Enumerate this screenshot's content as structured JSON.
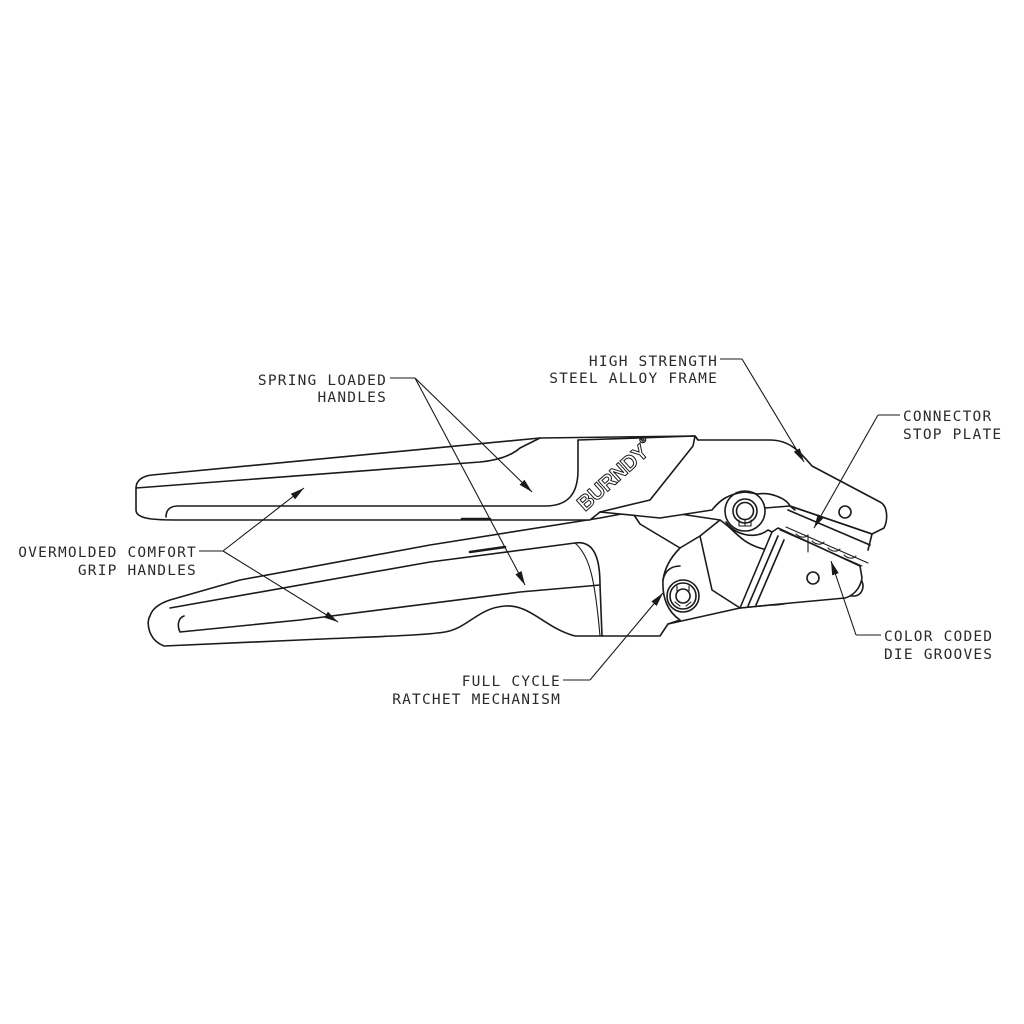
{
  "diagram": {
    "subject": "Ratchet crimping tool",
    "brand": {
      "name": "BURNDY",
      "mark": "®"
    },
    "callouts": [
      {
        "id": "spring-loaded-handles",
        "lines": [
          "SPRING LOADED",
          "HANDLES"
        ]
      },
      {
        "id": "high-strength-frame",
        "lines": [
          "HIGH STRENGTH",
          "STEEL ALLOY FRAME"
        ]
      },
      {
        "id": "connector-stop-plate",
        "lines": [
          "CONNECTOR",
          "STOP PLATE"
        ]
      },
      {
        "id": "overmolded-grip",
        "lines": [
          "OVERMOLDED COMFORT",
          "GRIP HANDLES"
        ]
      },
      {
        "id": "color-coded-die-grooves",
        "lines": [
          "COLOR CODED",
          "DIE GROOVES"
        ]
      },
      {
        "id": "ratchet-mechanism",
        "lines": [
          "FULL CYCLE",
          "RATCHET MECHANISM"
        ]
      }
    ],
    "colors": {
      "line": "#1a1a1a",
      "text": "#2a2a2a",
      "background": "#ffffff"
    }
  }
}
